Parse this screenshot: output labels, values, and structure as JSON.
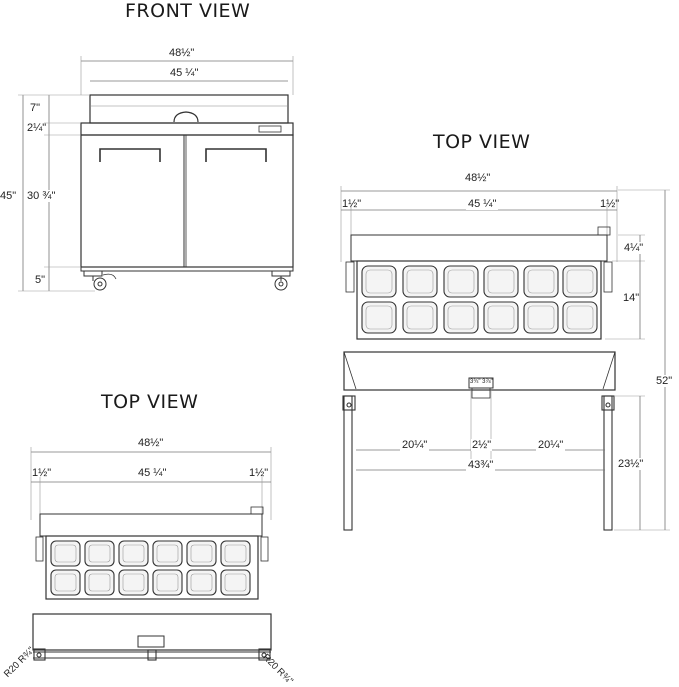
{
  "views": {
    "front": {
      "title": "FRONT VIEW",
      "width_outer": "48½\"",
      "width_inner": "45 ¼\"",
      "height_lid": "7\"",
      "height_top": "2¼\"",
      "height_total": "45\"",
      "height_body": "30 ¾\"",
      "height_casters": "5\""
    },
    "top_left": {
      "title": "TOP VIEW",
      "width_outer": "48½\"",
      "width_inner": "45 ¼\"",
      "side_left": "1½\"",
      "side_right": "1½\"",
      "radius_left": "R20 R¾\"",
      "radius_right": "R20 R¾\""
    },
    "top_right": {
      "title": "TOP VIEW",
      "width_outer": "48½\"",
      "width_inner": "45 ¼\"",
      "side_left": "1½\"",
      "side_right": "1½\"",
      "depth_rail": "4¼\"",
      "depth_pans": "14\"",
      "depth_total": "52\"",
      "door_left": "20¼\"",
      "door_center": "2½\"",
      "door_right": "20¼\"",
      "door_total": "43¾\"",
      "door_depth": "23½\"",
      "hinge_label": "3¾\" 3⅞\""
    }
  },
  "colors": {
    "line": "#333333",
    "dim_line": "#666666",
    "pan_fill": "#f4f4f4"
  }
}
